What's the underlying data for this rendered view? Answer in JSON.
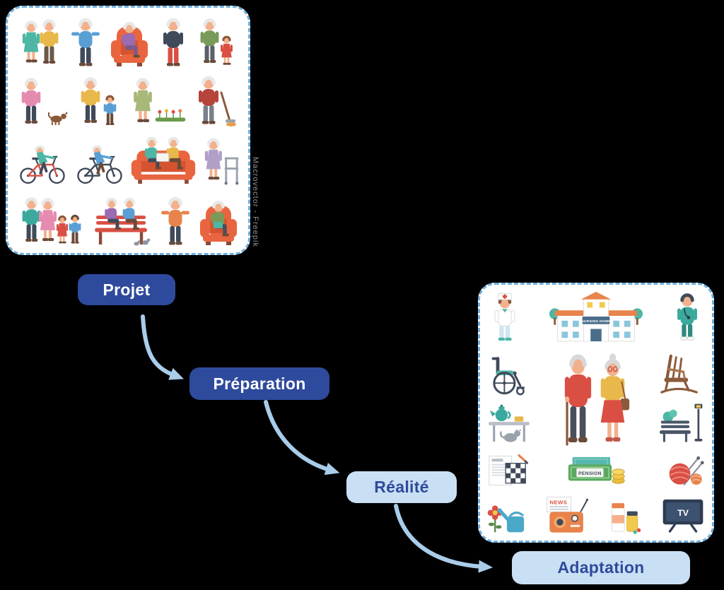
{
  "flow": {
    "steps": [
      {
        "id": "projet",
        "label": "Projet",
        "variant": "dark"
      },
      {
        "id": "preparation",
        "label": "Préparation",
        "variant": "dark"
      },
      {
        "id": "realite",
        "label": "Réalité",
        "variant": "light"
      },
      {
        "id": "adaptation",
        "label": "Adaptation",
        "variant": "light"
      }
    ]
  },
  "attribution": "Macrovector - Freepik",
  "colors": {
    "background": "#000000",
    "step_dark_bg": "#2e4a9c",
    "step_dark_text": "#ffffff",
    "step_light_bg": "#c9dff4",
    "step_light_text": "#2e4a9c",
    "arrow": "#a9cce9",
    "panel_border": "#6fafdf",
    "panel_bg": "#ffffff"
  },
  "panels": {
    "active_seniors": {
      "description": "Illustrations of active seniors and families",
      "rows": [
        [
          "elderly-couple-standing",
          "senior-exercising",
          "granny-in-armchair",
          "senior-jogging",
          "grandpa-with-grandchild"
        ],
        [
          "woman-jogging-with-dog",
          "grandpa-walking-with-boy",
          "granny-watering-flowers",
          "man-raking-leaves"
        ],
        [
          "senior-cyclist",
          "senior-cyclist",
          "couple-reading-on-sofa",
          "granny-with-walker"
        ],
        [
          "family-walking",
          "couple-on-bench-with-birds",
          "senior-exercising",
          "grandpa-reading-in-armchair"
        ]
      ]
    },
    "nursing_home": {
      "sign": "NURSING HOME",
      "pension_label": "PENSION",
      "news_label": "NEWS",
      "tv_label": "TV",
      "icons": [
        "nurse",
        "nursing-home-building",
        "doctor",
        "wheelchair",
        "elderly-couple",
        "rocking-chair",
        "tea-set-with-cat",
        "bench-and-streetlamp",
        "newspaper-and-crossword",
        "pension-money",
        "knitting-yarn",
        "watering-can-and-flower",
        "radio-and-news",
        "medicine-bottles",
        "television"
      ]
    }
  }
}
